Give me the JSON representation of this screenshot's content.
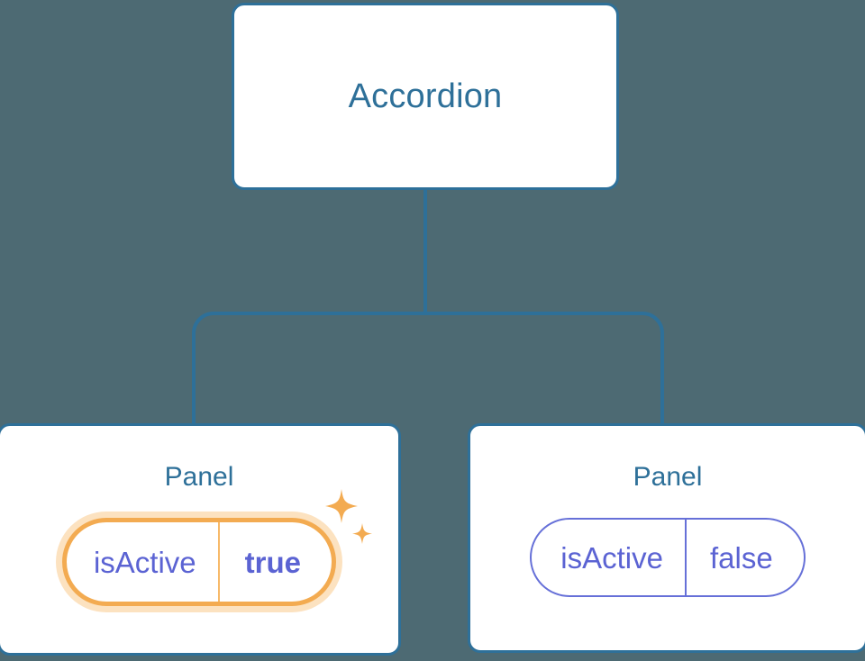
{
  "diagram": {
    "type": "component-tree",
    "background_color": "#4d6a73",
    "connector_color": "#2e7099",
    "card_border_color": "#2e7099",
    "title_color": "#2e7099",
    "prop_text_color": "#5b63d3",
    "highlight_color": "#f3ab51",
    "highlight_glow_color": "#f7ba6a",
    "root": {
      "label": "Accordion"
    },
    "children": [
      {
        "label": "Panel",
        "highlighted": true,
        "prop": {
          "key": "isActive",
          "value": "true",
          "value_bold": true
        },
        "sparkle_icons": [
          "sparkle-large-icon",
          "sparkle-small-icon"
        ]
      },
      {
        "label": "Panel",
        "highlighted": false,
        "prop": {
          "key": "isActive",
          "value": "false",
          "value_bold": false
        }
      }
    ]
  }
}
